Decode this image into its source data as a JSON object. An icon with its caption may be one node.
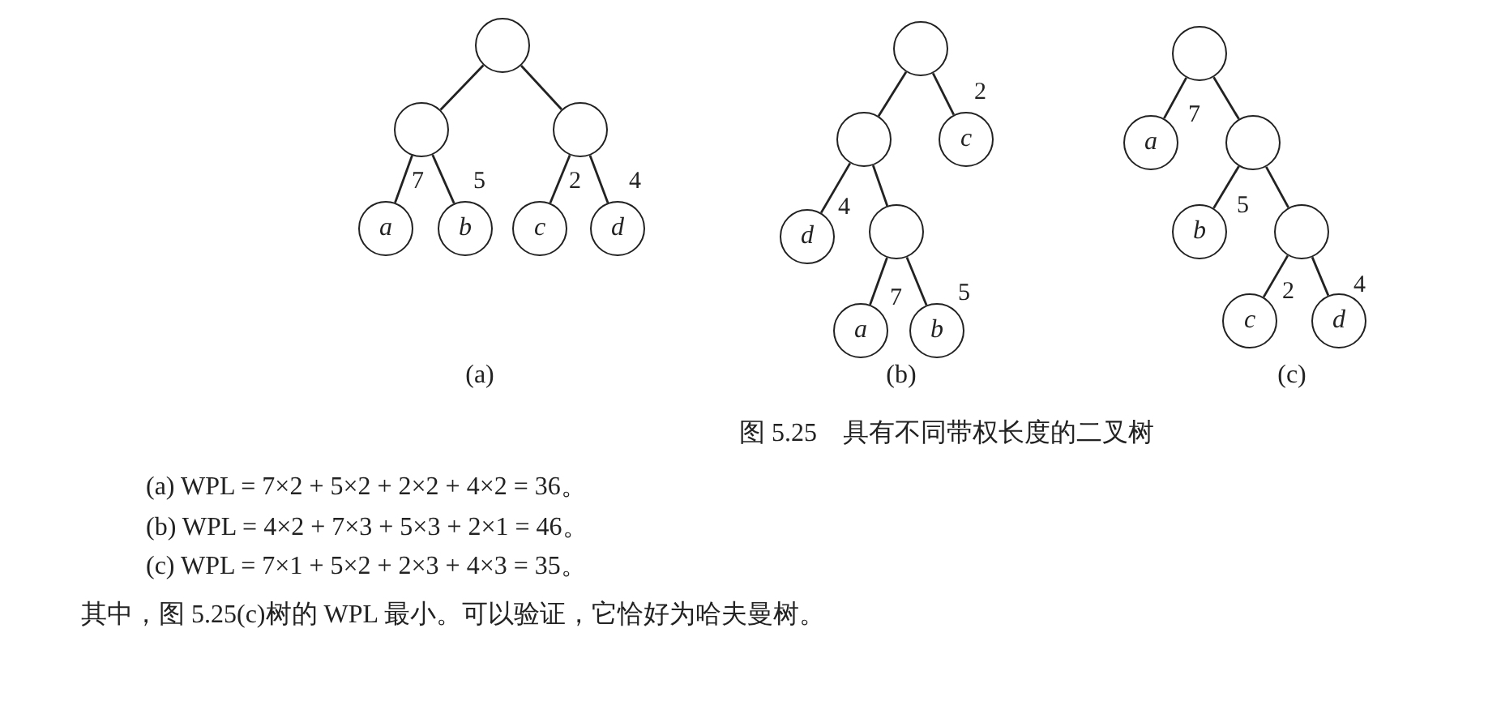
{
  "diagram": {
    "caption": "图 5.25　具有不同带权长度的二叉树",
    "nodes": [
      {
        "text": [],
        "shape": "circle"
      },
      {
        "text": [],
        "shape": "circle"
      },
      {
        "text": [],
        "shape": "circle"
      },
      {
        "text": [
          "a"
        ]
      },
      {
        "text": [
          "b"
        ]
      },
      {
        "text": [
          "c"
        ]
      },
      {
        "text": [
          "d"
        ]
      },
      {
        "text": [],
        "shape": "circle"
      },
      {
        "text": [],
        "shape": "circle"
      },
      {
        "text": [
          "c"
        ]
      },
      {
        "text": [
          "d"
        ]
      },
      {
        "text": [],
        "shape": "circle"
      },
      {
        "text": [
          "a"
        ]
      },
      {
        "text": [
          "b"
        ]
      },
      {
        "text": [],
        "shape": "circle"
      },
      {
        "text": [
          "a"
        ]
      },
      {
        "text": [],
        "shape": "circle"
      },
      {
        "text": [
          "b"
        ]
      },
      {
        "text": [],
        "shape": "circle"
      },
      {
        "text": [
          "c"
        ]
      },
      {
        "text": [
          "d"
        ]
      }
    ],
    "edges": [
      {
        "from": 0,
        "to": 1,
        "arrow": "none"
      },
      {
        "from": 0,
        "to": 2,
        "arrow": "none"
      },
      {
        "from": 1,
        "to": 3,
        "arrow": "none",
        "label": "7"
      },
      {
        "from": 1,
        "to": 4,
        "arrow": "none",
        "label": "5"
      },
      {
        "from": 2,
        "to": 5,
        "arrow": "none",
        "label": "2"
      },
      {
        "from": 2,
        "to": 6,
        "arrow": "none",
        "label": "4"
      },
      {
        "from": 7,
        "to": 8,
        "arrow": "none"
      },
      {
        "from": 7,
        "to": 9,
        "arrow": "none",
        "label": "2"
      },
      {
        "from": 8,
        "to": 10,
        "arrow": "none",
        "label": "4"
      },
      {
        "from": 8,
        "to": 11,
        "arrow": "none"
      },
      {
        "from": 11,
        "to": 12,
        "arrow": "none",
        "label": "7"
      },
      {
        "from": 11,
        "to": 13,
        "arrow": "none",
        "label": "5"
      },
      {
        "from": 14,
        "to": 15,
        "arrow": "none",
        "label": "7"
      },
      {
        "from": 14,
        "to": 16,
        "arrow": "none"
      },
      {
        "from": 16,
        "to": 17,
        "arrow": "none",
        "label": "5"
      },
      {
        "from": 16,
        "to": 18,
        "arrow": "none"
      },
      {
        "from": 18,
        "to": 19,
        "arrow": "none",
        "label": "2"
      },
      {
        "from": 18,
        "to": 20,
        "arrow": "none",
        "label": "4"
      }
    ],
    "labels": [
      "(a)",
      "(b)",
      "(c)",
      "(a) WPL = 7×2 + 5×2 + 2×2 + 4×2 = 36。",
      "(b) WPL = 4×2 + 7×3 + 5×3 + 2×1 = 46。",
      "(c) WPL = 7×1 + 5×2 + 2×3 + 4×3 = 35。",
      "其中，图 5.25(c)树的 WPL 最小。可以验证，它恰好为哈夫曼树。"
    ]
  }
}
